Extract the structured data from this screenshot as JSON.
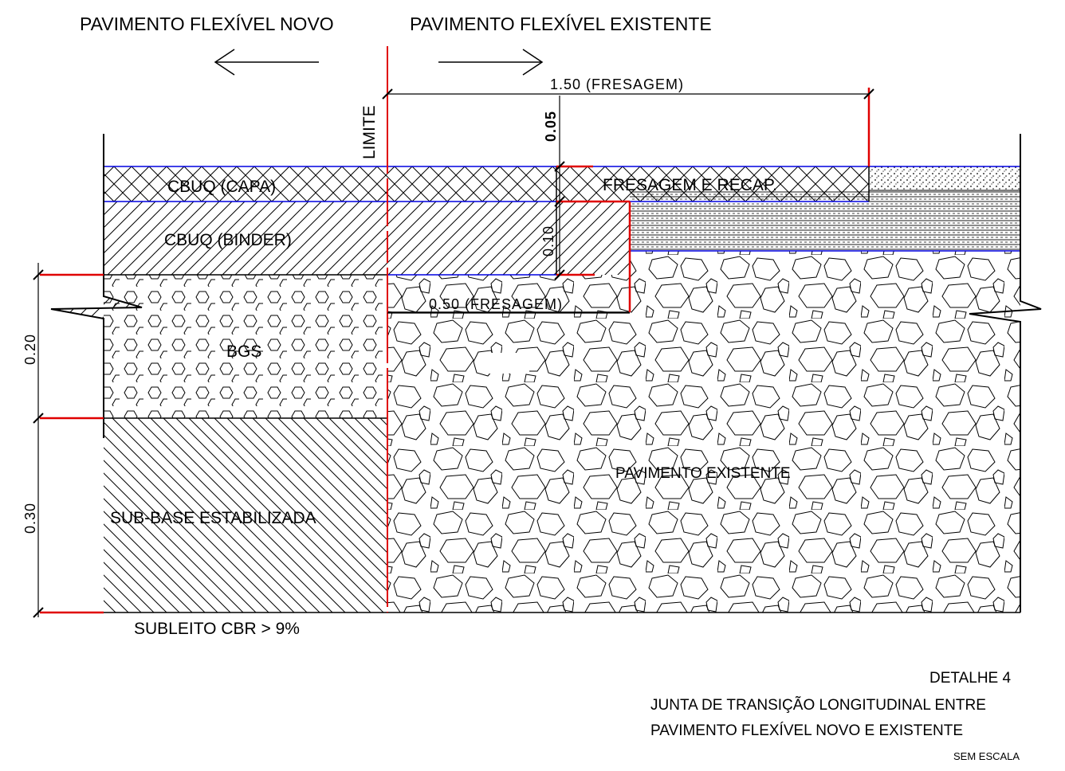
{
  "header": {
    "left_title": "PAVIMENTO FLEXÍVEL NOVO",
    "right_title": "PAVIMENTO FLEXÍVEL EXISTENTE"
  },
  "dimensions": {
    "milling_top": "1.50  (FRESAGEM)",
    "milling_base": "0.50  (FRESAGEM)",
    "cap_thickness": "0.05",
    "binder_thickness": "0.10",
    "bgs_thickness": "0.20",
    "subbase_thickness": "0.30"
  },
  "labels": {
    "limit": "LIMITE",
    "capa": "CBUQ (CAPA)",
    "binder": "CBUQ (BINDER)",
    "bgs": "BGS",
    "subbase": "SUB-BASE ESTABILIZADA",
    "subgrade": "SUBLEITO CBR > 9%",
    "recap": "FRESAGEM E RECAP.",
    "existing": "PAVIMENTO EXISTENTE"
  },
  "caption": {
    "detail": "DETALHE 4",
    "line1": "JUNTA DE TRANSIÇÃO LONGITUDINAL ENTRE",
    "line2": "PAVIMENTO FLEXÍVEL NOVO E EXISTENTE",
    "scale": "SEM ESCALA"
  },
  "colors": {
    "limit_line": "#e00000",
    "layer_boundary": "#0000e0",
    "linework": "#000000"
  }
}
